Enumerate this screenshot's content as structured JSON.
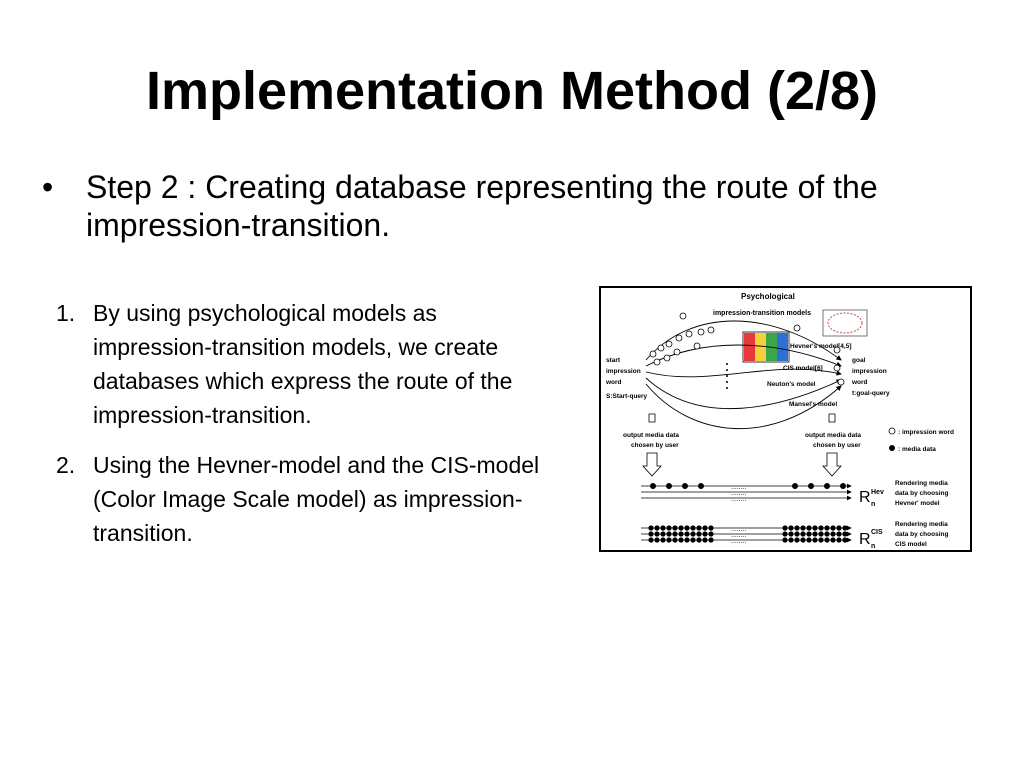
{
  "slide": {
    "title": "Implementation Method (2/8)",
    "bullet_symbol": "•",
    "bullet_text": "Step 2 : Creating database representing the route of the impression-transition."
  },
  "numbered_items": [
    {
      "number": "1.",
      "text": "By using psychological models as impression-transition models, we create databases which express the route of the impression-transition."
    },
    {
      "number": "2.",
      "text": "Using the Hevner-model and the CIS-model (Color Image Scale model) as impression-transition."
    }
  ],
  "figure": {
    "title_line1": "Psychological",
    "title_line2": "impression-transition models",
    "hevner_label": "Hevner's model[4,5]",
    "cis_label": "CIS model[6]",
    "neuton_label": "Neuton's model",
    "mansel_label": "Mansel's model",
    "start_lines": [
      "start",
      "impression",
      "word"
    ],
    "start_query": "S:Start-query",
    "goal_lines": [
      "goal",
      "impression",
      "word",
      "t:goal-query"
    ],
    "output_left_lines": [
      "output media data",
      "chosen by user"
    ],
    "output_right_lines": [
      "output media data",
      "chosen by user"
    ],
    "legend_impression": ": impression word",
    "legend_media": ": media data",
    "render_hev_lines": [
      "Rendering media",
      "data by choosing",
      "Hevner' model"
    ],
    "render_cis_lines": [
      "Rendering media",
      "data by choosing",
      "CIS model"
    ],
    "r_symbol": "R",
    "r_sub": "n",
    "r_hev_sup": "Hev",
    "r_cis_sup": "CIS",
    "ellipsis": "........",
    "colors": {
      "palette_red": "#e8383d",
      "palette_blue": "#2c6fd6",
      "palette_green": "#3aa84a",
      "palette_yellow": "#f2d13a"
    }
  }
}
